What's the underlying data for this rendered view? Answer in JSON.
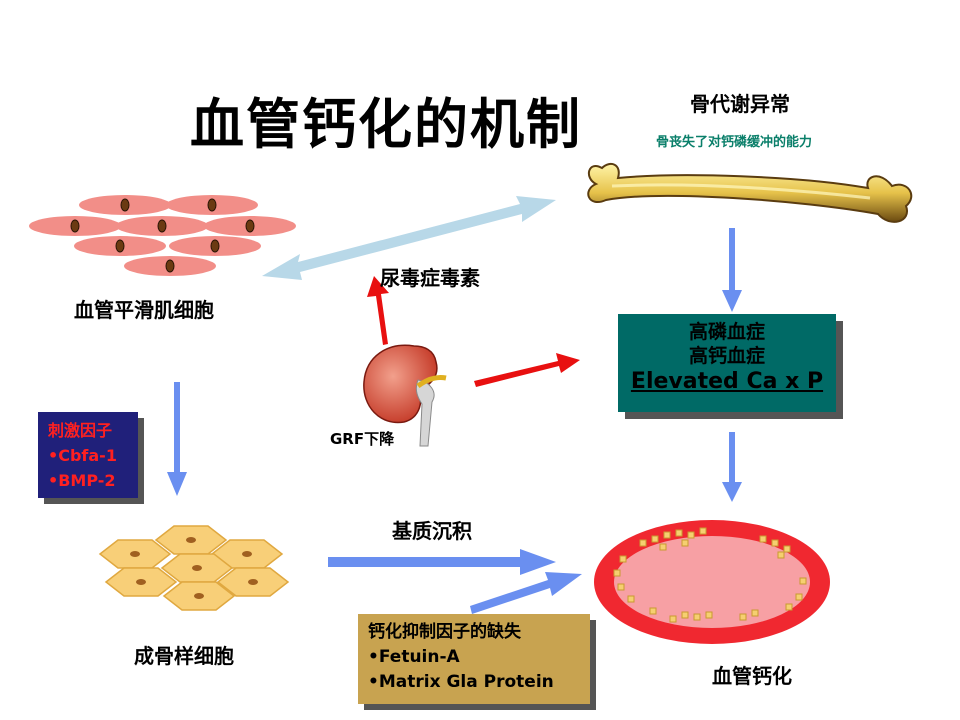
{
  "title": "血管钙化的机制",
  "bone": {
    "label": "骨代谢异常",
    "subtitle": "骨丧失了对钙磷缓冲的能力"
  },
  "vsmc": {
    "label": "血管平滑肌细胞"
  },
  "uremic": {
    "label": "尿毒症毒素"
  },
  "kidney": {
    "label": "GRF下降"
  },
  "phosphate_box": {
    "line1": "高磷血症",
    "line2": "高钙血症",
    "line3": "Elevated Ca x P"
  },
  "stimulus_box": {
    "line1": "刺激因子",
    "line2": "•Cbfa-1",
    "line3": "•BMP-2"
  },
  "osteoblast": {
    "label": "成骨样细胞"
  },
  "matrix": {
    "label": "基质沉积"
  },
  "inhibitor_box": {
    "line1": "钙化抑制因子的缺失",
    "line2": "•Fetuin-A",
    "line3": "•Matrix Gla Protein"
  },
  "calcification": {
    "label": "血管钙化"
  },
  "colors": {
    "teal": "#006a66",
    "navy": "#20207a",
    "gold": "#c8a350",
    "blue_arrow": "#6a8ff0",
    "red_arrow": "#e81010",
    "light_arrow": "#b8d8e8"
  }
}
